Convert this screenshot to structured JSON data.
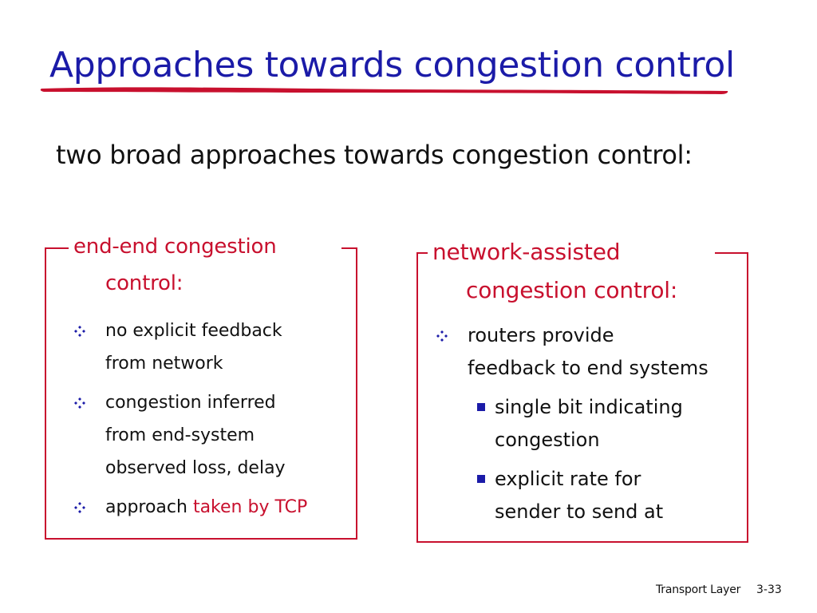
{
  "slide": {
    "title": "Approaches towards congestion control",
    "subtitle": "two broad approaches towards congestion control:",
    "left_panel": {
      "heading_line1": "end-end congestion",
      "heading_line2": "control:",
      "bullets": [
        {
          "line1": "no explicit feedback",
          "line2": "from network"
        },
        {
          "line1": "congestion inferred",
          "line2": "from end-system",
          "line3": "observed loss, delay"
        },
        {
          "text_before": "approach ",
          "text_highlight": "taken by TCP"
        }
      ]
    },
    "right_panel": {
      "heading_line1": "network-assisted",
      "heading_line2": "congestion control:",
      "bullet": {
        "line1": "routers provide",
        "line2": "feedback to end systems"
      },
      "sub_bullets": [
        {
          "line1": "single bit indicating",
          "line2": "congestion"
        },
        {
          "line1": "explicit rate for",
          "line2": "sender to send at"
        }
      ]
    },
    "footer": {
      "label": "Transport Layer",
      "page": "3-33"
    }
  },
  "colors": {
    "title": "#1b1ba8",
    "accent_red": "#c8102e",
    "text": "#111111",
    "bullet_blue": "#1b1ba8",
    "background": "#ffffff"
  },
  "icons": {
    "main_bullet": "four-diamond-bullet-icon",
    "sub_bullet": "square-bullet-icon",
    "title_underline": "brush-stroke-underline"
  }
}
